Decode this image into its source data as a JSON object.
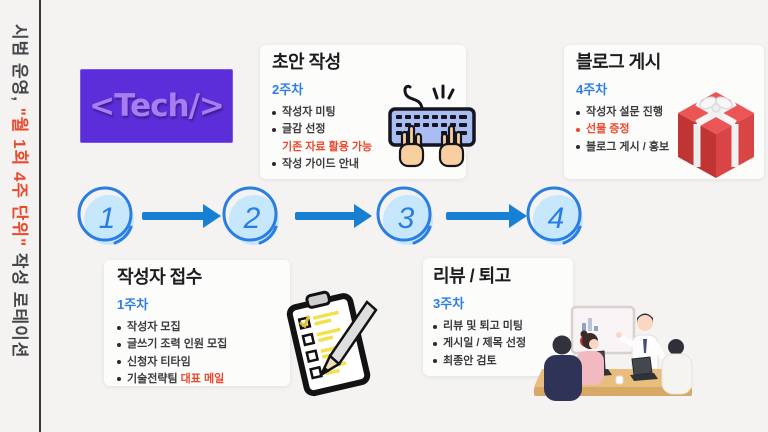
{
  "page": {
    "background": "#f4f3f1"
  },
  "sidebar": {
    "segments": [
      {
        "t": "시범 운영, ",
        "c": "dark"
      },
      {
        "t": "\"월 1회 4주 단위\"",
        "c": "red"
      },
      {
        "t": " 작성 로테이션",
        "c": "dark"
      }
    ]
  },
  "logo": {
    "label": "<Tech/>"
  },
  "steps": [
    {
      "number": "1",
      "title": "작성자 접수",
      "week": "1주차",
      "items": [
        {
          "dot": "dark",
          "segs": [
            {
              "t": "작성자 모집",
              "c": "dark"
            }
          ]
        },
        {
          "dot": "dark",
          "segs": [
            {
              "t": "글쓰기 조력 인원 모집",
              "c": "dark"
            }
          ]
        },
        {
          "dot": "dark",
          "segs": [
            {
              "t": "신청자 티타임",
              "c": "dark"
            }
          ]
        },
        {
          "dot": "dark",
          "segs": [
            {
              "t": "기술전략팀 ",
              "c": "dark"
            },
            {
              "t": "대표 메일",
              "c": "red"
            }
          ]
        }
      ]
    },
    {
      "number": "2",
      "title": "초안 작성",
      "week": "2주차",
      "items": [
        {
          "dot": "dark",
          "segs": [
            {
              "t": "작성자 미팅",
              "c": "dark"
            }
          ]
        },
        {
          "dot": "dark",
          "segs": [
            {
              "t": "글감 선정",
              "c": "dark"
            }
          ]
        },
        {
          "dot": "none",
          "segs": [
            {
              "t": "기존 자료 활용 가능",
              "c": "red"
            }
          ]
        },
        {
          "dot": "dark",
          "segs": [
            {
              "t": "작성 가이드 안내",
              "c": "dark"
            }
          ]
        }
      ]
    },
    {
      "number": "3",
      "title": "리뷰 / 퇴고",
      "week": "3주차",
      "items": [
        {
          "dot": "dark",
          "segs": [
            {
              "t": "리뷰 및 퇴고 미팅",
              "c": "dark"
            }
          ]
        },
        {
          "dot": "dark",
          "segs": [
            {
              "t": "게시일 / 제목 선정",
              "c": "dark"
            }
          ]
        },
        {
          "dot": "dark",
          "segs": [
            {
              "t": "최종안 검토",
              "c": "dark"
            }
          ]
        }
      ]
    },
    {
      "number": "4",
      "title": "블로그 게시",
      "week": "4주차",
      "items": [
        {
          "dot": "dark",
          "segs": [
            {
              "t": "작성자 설문 진행",
              "c": "dark"
            }
          ]
        },
        {
          "dot": "red",
          "segs": [
            {
              "t": "선물 증정",
              "c": "red"
            }
          ]
        },
        {
          "dot": "dark",
          "segs": [
            {
              "t": "블로그 게시 / 홍보",
              "c": "dark"
            }
          ]
        }
      ]
    }
  ],
  "icons": {
    "logo": "tech-logo",
    "step1": "checklist-clipboard-illustration",
    "step2": "keyboard-typing-illustration",
    "step3": "team-meeting-illustration",
    "step4": "gift-box-illustration"
  },
  "colors": {
    "background": "#f4f3f1",
    "accent_blue": "#2a7de2",
    "arrow_blue": "#1780d2",
    "circle_fill": "#c7e7fd",
    "highlight_red": "#e8492f",
    "logo_purple_bg": "#5c2ed9",
    "logo_purple_text": "#a87df2",
    "title_dark": "#1d1d20",
    "week_blue": "#2e7ee2"
  }
}
